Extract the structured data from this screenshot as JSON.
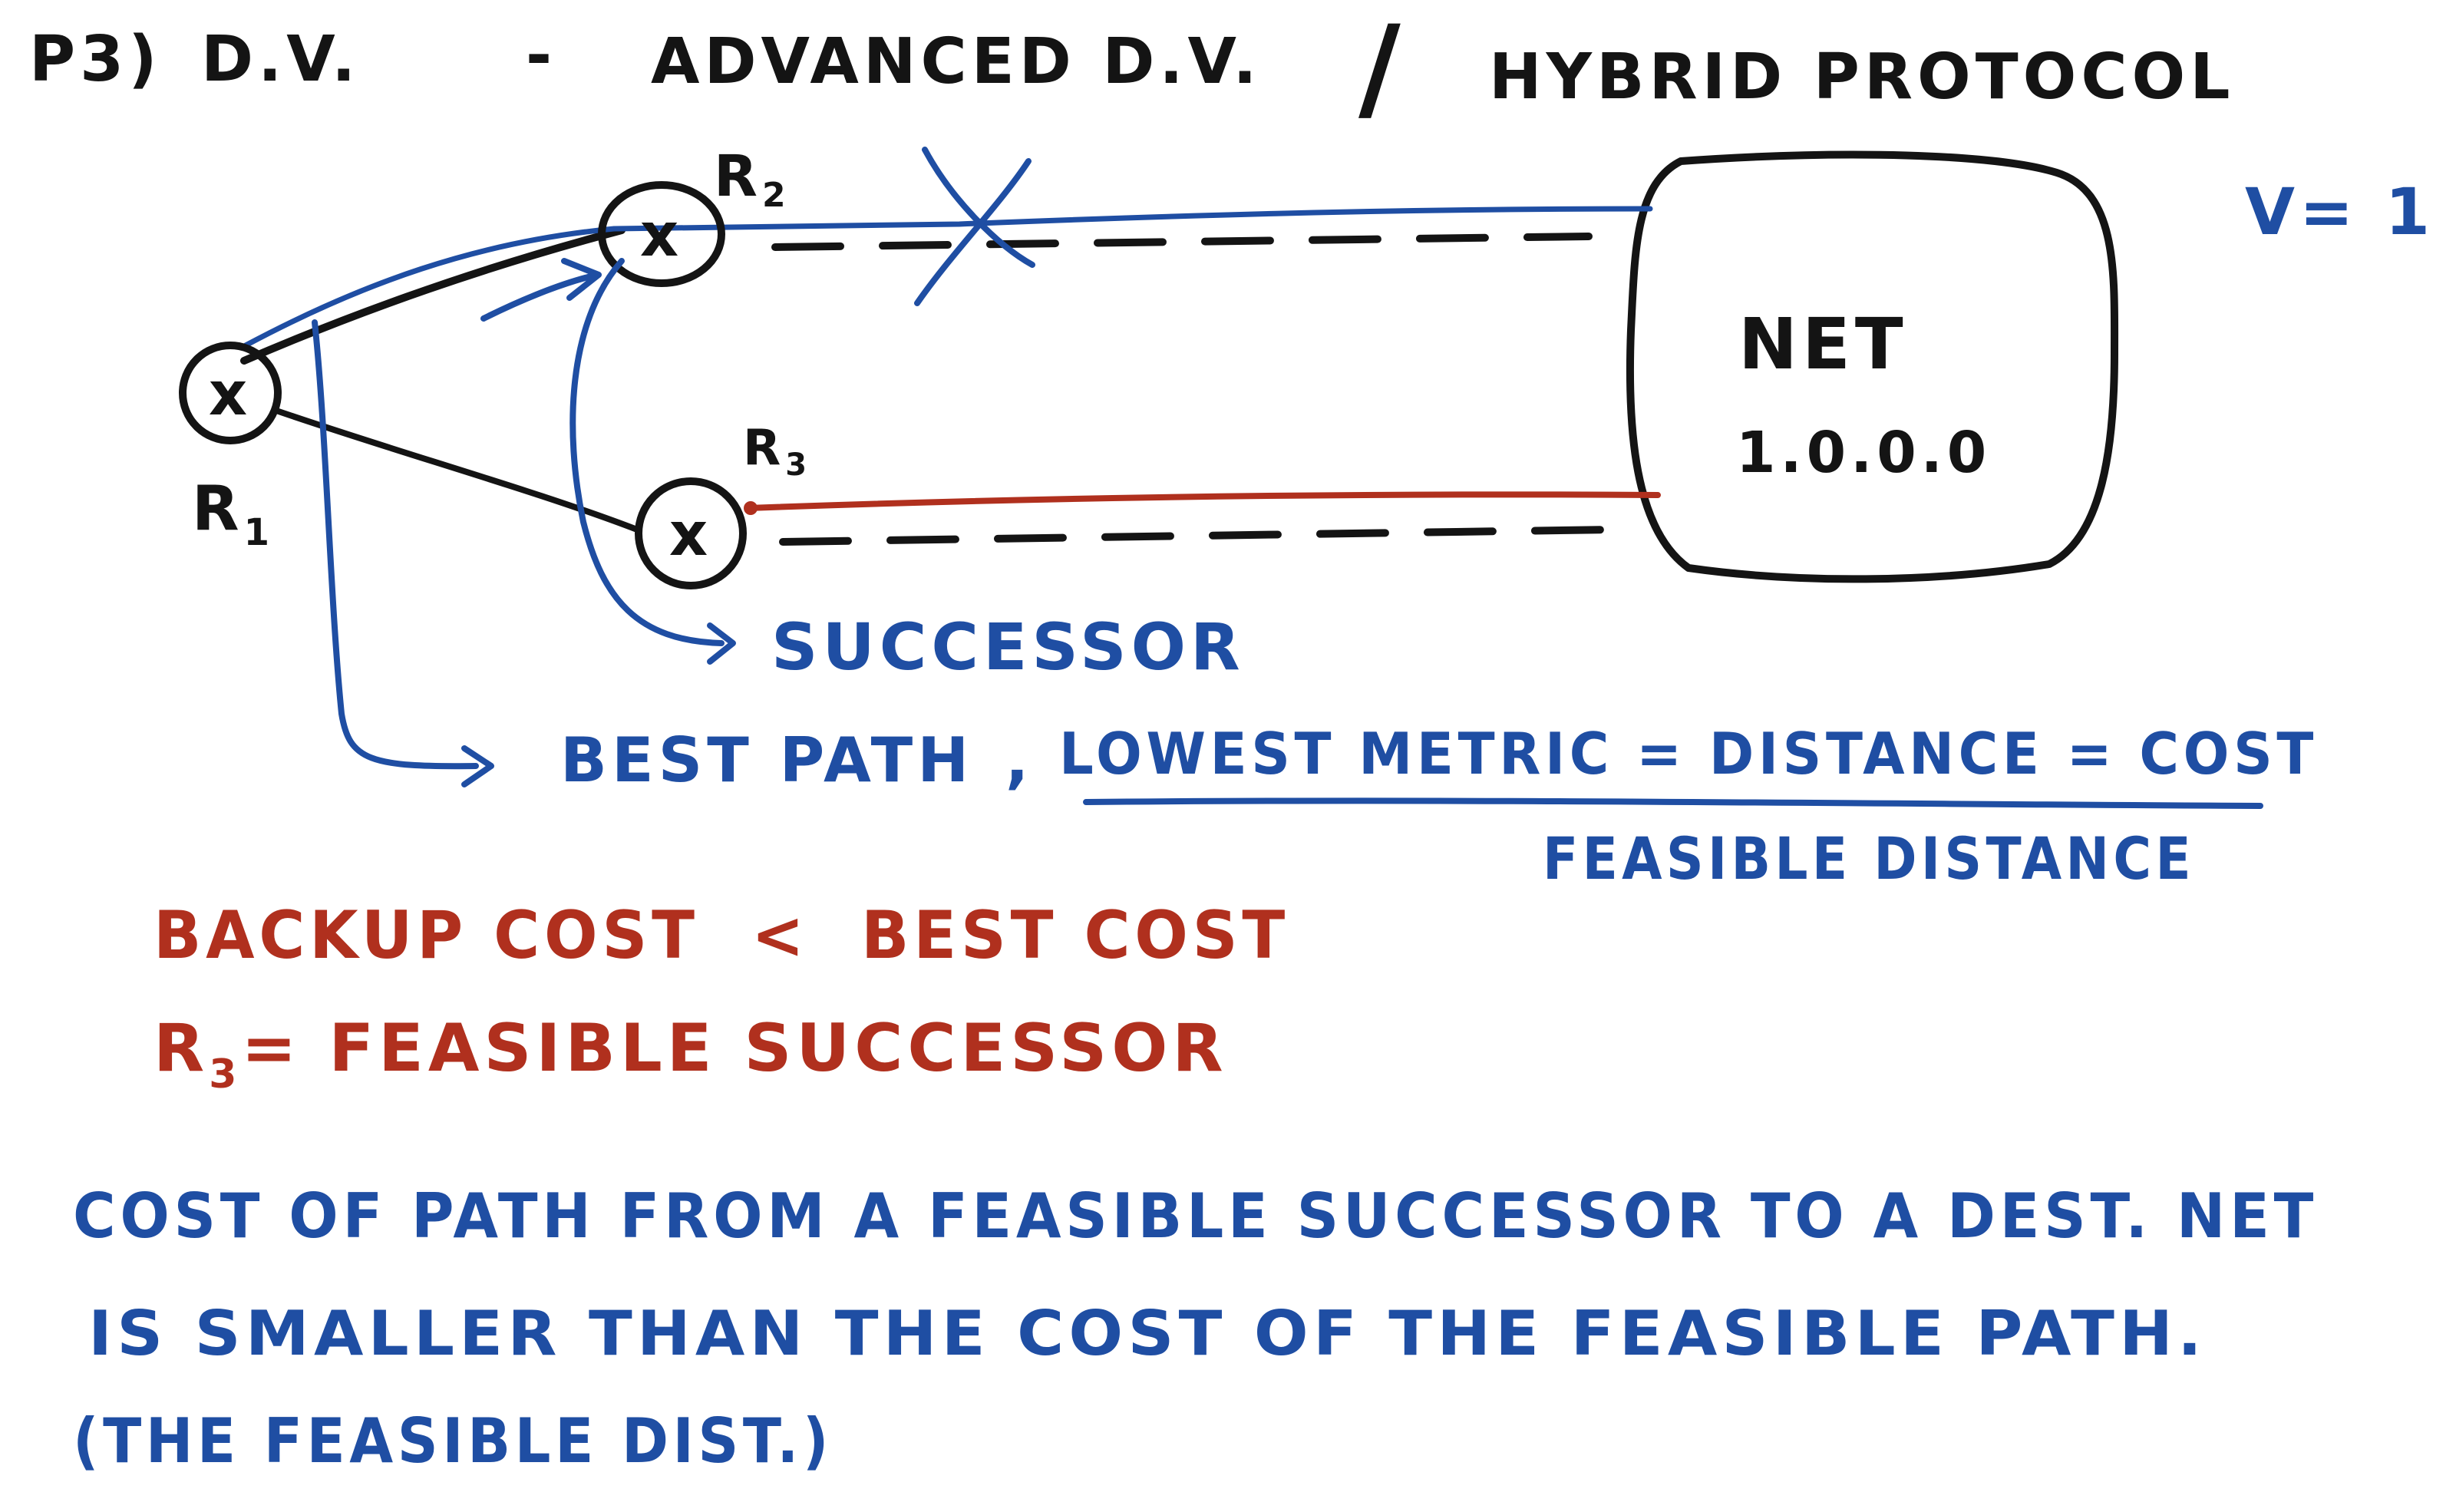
{
  "header": {
    "section": "P3)",
    "dv": "D.V.",
    "dash": "-",
    "advanced": "ADVANCED D.V.",
    "slash": "/",
    "hybrid": "HYBRID PROTOCOL"
  },
  "diagram": {
    "r1_label": "R",
    "r1_sub": "1",
    "r2_label": "R",
    "r2_sub": "2",
    "r3_label": "R",
    "r3_sub": "3",
    "router_glyph": "x",
    "net_label": "NET",
    "net_address": "1.0.0.0",
    "v_label": "V= 1",
    "successor_label": "SUCCESSOR",
    "best_path_label": "BEST PATH",
    "comma": ",",
    "metric_label": "LOWEST METRIC = DISTANCE = COST",
    "feasible_distance_label": "FEASIBLE DISTANCE"
  },
  "notes": {
    "backup_line": "BACKUP COST  <  BEST COST",
    "r3_prefix": "R",
    "r3_sub": "3",
    "r3_line": "= FEASIBLE SUCCESSOR",
    "definition_1": "COST OF PATH FROM A FEASIBLE SUCCESSOR TO A DEST. NET",
    "definition_2": "IS SMALLER THAN THE COST OF THE FEASIBLE PATH.",
    "definition_3": "(THE FEASIBLE DIST.)"
  },
  "colors": {
    "black_ink": "#141414",
    "blue_ink": "#1f4ea3",
    "red_ink": "#b0301e",
    "background": "#ffffff"
  }
}
